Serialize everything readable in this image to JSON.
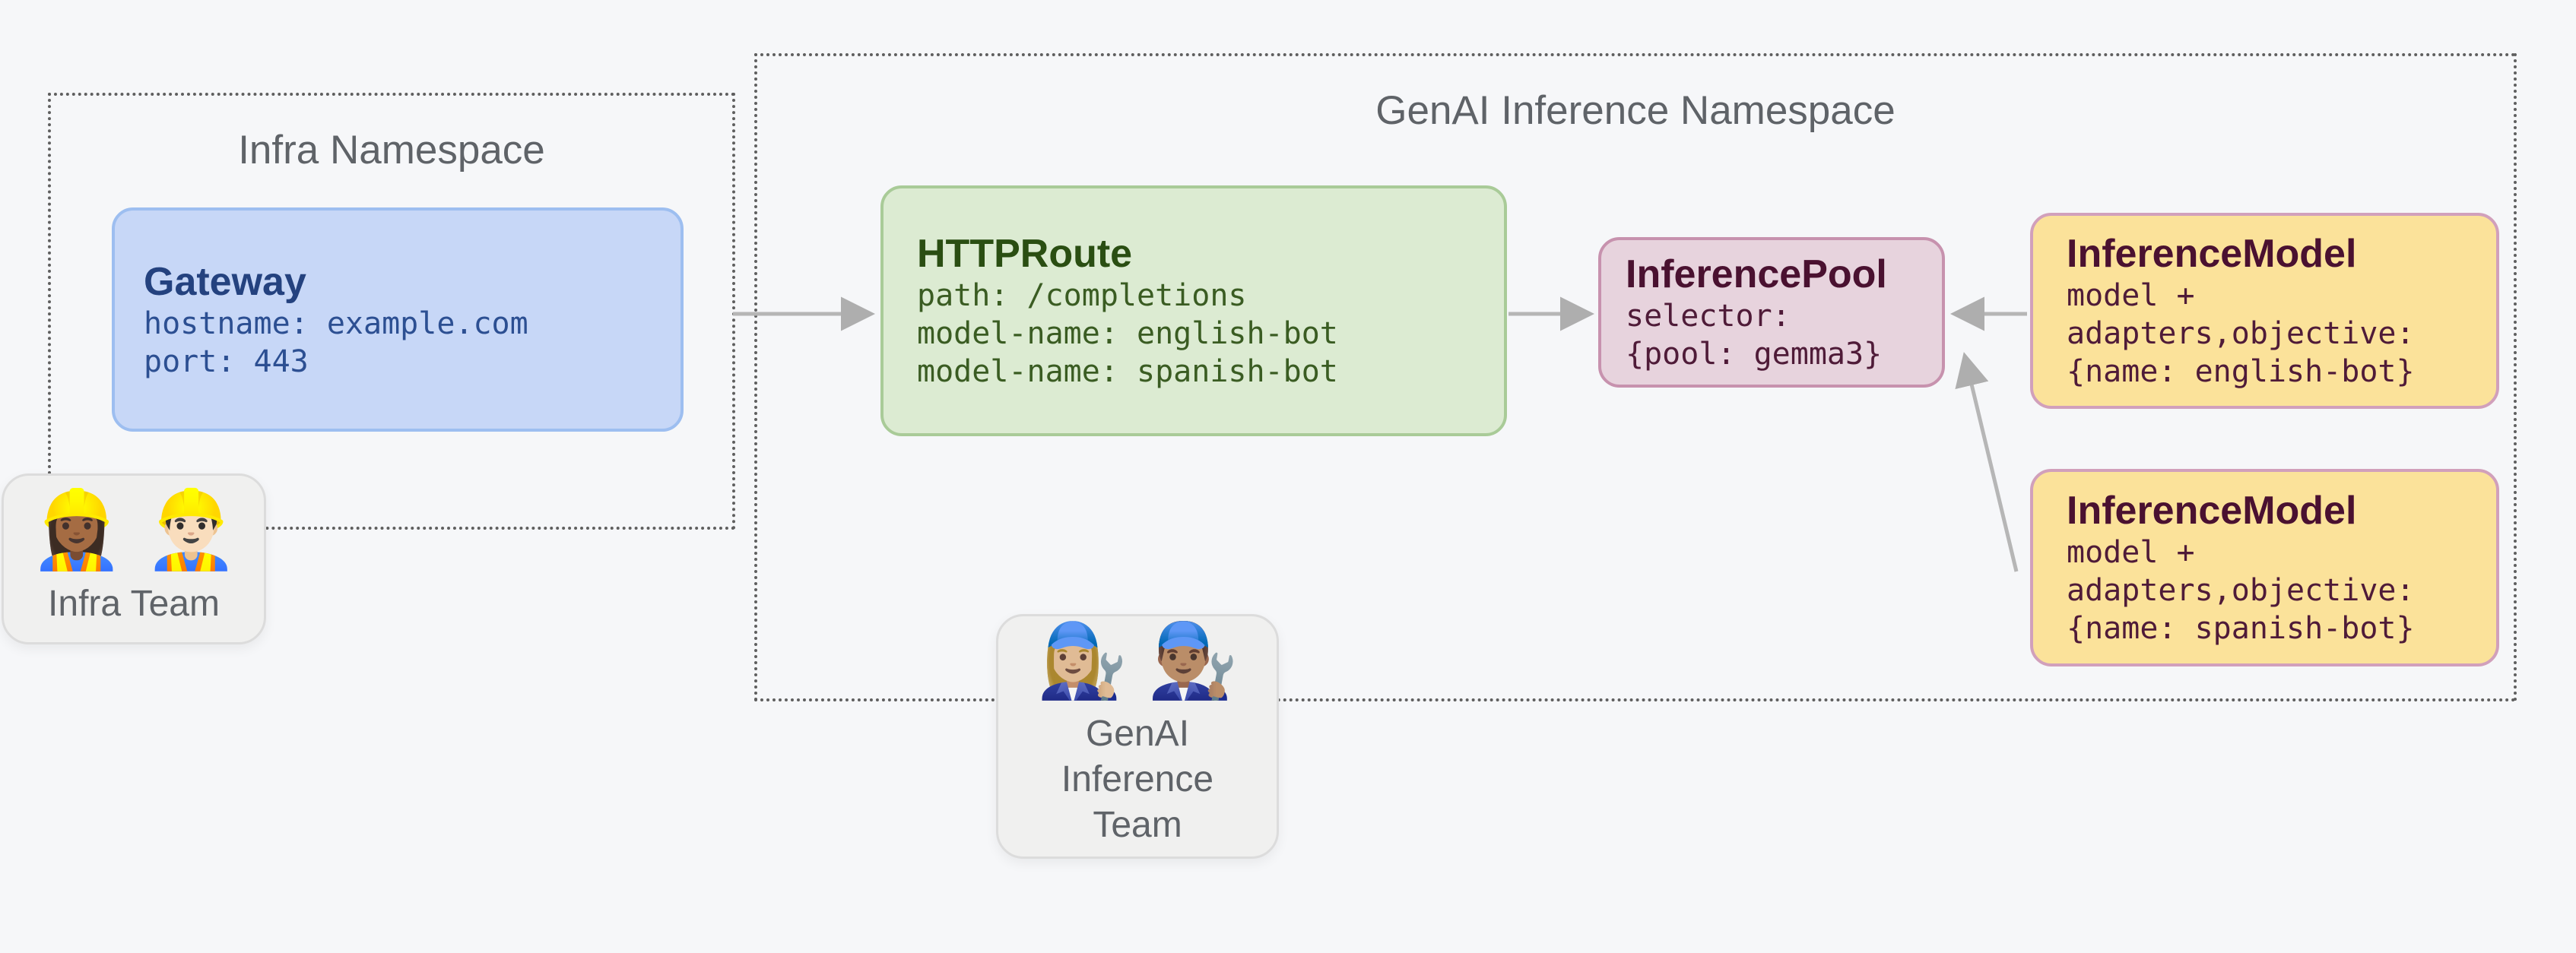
{
  "namespaces": {
    "infra": {
      "title": "Infra Namespace"
    },
    "genai": {
      "title": "GenAI Inference Namespace"
    }
  },
  "nodes": {
    "gateway": {
      "title": "Gateway",
      "lines": [
        "hostname: example.com",
        "port: 443"
      ]
    },
    "httproute": {
      "title": "HTTPRoute",
      "lines": [
        "path: /completions",
        "model-name: english-bot",
        "model-name: spanish-bot"
      ]
    },
    "inferencepool": {
      "title": "InferencePool",
      "lines": [
        "selector:",
        "{pool: gemma3}"
      ]
    },
    "inferencemodel_english": {
      "title": "InferenceModel",
      "lines": [
        "model +",
        "adapters,objective:",
        "{name: english-bot}"
      ]
    },
    "inferencemodel_spanish": {
      "title": "InferenceModel",
      "lines": [
        "model +",
        "adapters,objective:",
        "{name: spanish-bot}"
      ]
    }
  },
  "teams": {
    "infra": {
      "label": "Infra Team",
      "emojis": [
        "👷🏾‍♀️",
        "👷🏻‍♂️"
      ]
    },
    "genai": {
      "label": "GenAI Inference Team",
      "emojis": [
        "👩🏼‍🔧",
        "👨🏽‍🔧"
      ]
    }
  },
  "colors": {
    "canvas-bg": "#f6f7f9",
    "namespace-border": "#5f5f5f",
    "namespace-title": "#5f6368",
    "gateway-fill": "#c7d7f7",
    "gateway-border": "#9dbef0",
    "gateway-heading": "#24427f",
    "gateway-text": "#2c4f92",
    "httproute-fill": "#dcebd2",
    "httproute-border": "#a9cb98",
    "httproute-heading": "#2a4e12",
    "httproute-text": "#3a5c22",
    "pool-fill": "#e7d3dd",
    "pool-border": "#c792ae",
    "pool-heading": "#4a1130",
    "pool-text": "#4f1b38",
    "model-fill": "#fbe29a",
    "model-border": "#d1a0bb",
    "model-heading": "#4a1130",
    "model-text": "#4f1b38",
    "team-fill": "#f0f0ef",
    "team-border": "#dcdcdc",
    "team-text": "#5f6368",
    "arrow": "#b6b6b6",
    "arrowhead": "#aeaeae"
  }
}
